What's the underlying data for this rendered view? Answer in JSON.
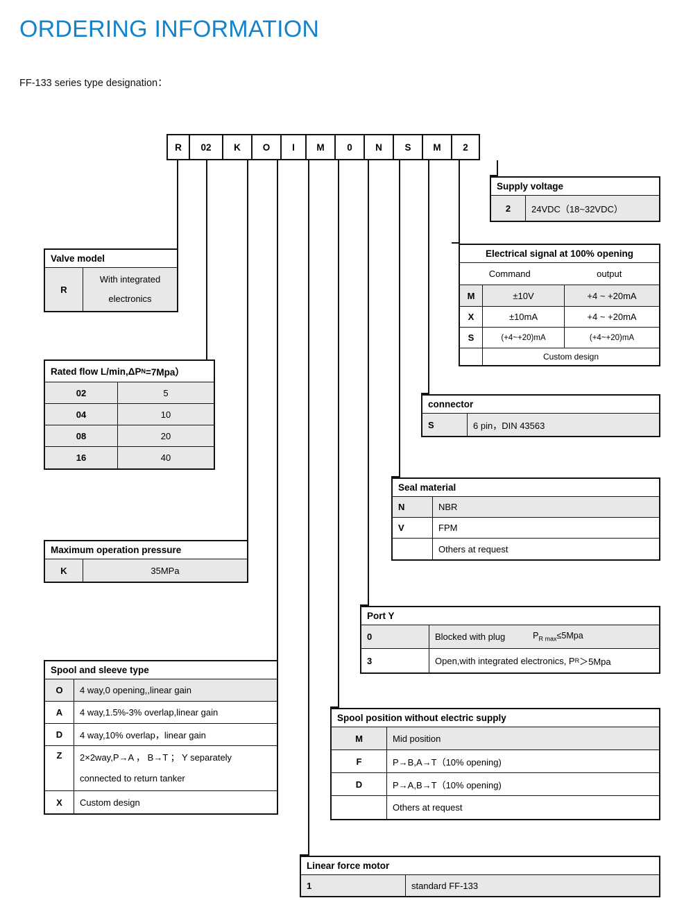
{
  "header": {
    "title": "ORDERING INFORMATION",
    "subtitle": "FF-133 series type designation："
  },
  "code_strip": {
    "cells": [
      "R",
      "02",
      "K",
      "O",
      "I",
      "M",
      "0",
      "N",
      "S",
      "M",
      "2"
    ]
  },
  "tables": {
    "supply_voltage": {
      "header": "Supply voltage",
      "rows": [
        {
          "key": "2",
          "value": "24VDC（18~32VDC）",
          "shaded": true
        }
      ]
    },
    "electrical_signal": {
      "header": "Electrical signal at 100% opening",
      "subheader": {
        "command": "Command",
        "output": "output"
      },
      "rows": [
        {
          "key": "M",
          "command": "±10V",
          "output": "+4 ~ +20mA",
          "shaded": true
        },
        {
          "key": "X",
          "command": "±10mA",
          "output": "+4 ~ +20mA",
          "shaded": false
        },
        {
          "key": "S",
          "command": "(+4~+20)mA",
          "output": "(+4~+20)mA",
          "shaded": false
        }
      ],
      "footer": "Custom design"
    },
    "connector": {
      "header": "connector",
      "rows": [
        {
          "key": "S",
          "value": "6 pin，DIN 43563",
          "shaded": true
        }
      ]
    },
    "seal_material": {
      "header": "Seal material",
      "rows": [
        {
          "key": "N",
          "value": "NBR",
          "shaded": true
        },
        {
          "key": "V",
          "value": "FPM",
          "shaded": false
        },
        {
          "key": "",
          "value": "Others at request",
          "shaded": false
        }
      ]
    },
    "port_y": {
      "header": "Port Y",
      "rows": [
        {
          "key": "0",
          "value": "Blocked with plug",
          "value2": "P",
          "value2sub": "R max",
          "value2tail": "≤5Mpa",
          "shaded": true
        },
        {
          "key": "3",
          "value": "Open,with integrated electronics, P",
          "value_sub": "R",
          "value_tail": "＞5Mpa",
          "shaded": false
        }
      ]
    },
    "spool_position": {
      "header": "Spool position without electric supply",
      "rows": [
        {
          "key": "M",
          "value": "Mid position",
          "shaded": true
        },
        {
          "key": "F",
          "value": "P→B,A→T（10% opening)",
          "shaded": false
        },
        {
          "key": "D",
          "value": "P→A,B→T（10% opening)",
          "shaded": false
        },
        {
          "key": "",
          "value": "Others at request",
          "shaded": false
        }
      ]
    },
    "linear_force_motor": {
      "header": "Linear force motor",
      "rows": [
        {
          "key": "1",
          "value": "standard FF-133",
          "shaded": true
        }
      ]
    },
    "valve_model": {
      "header": "Valve model",
      "rows": [
        {
          "key": "R",
          "value_line1": "With integrated",
          "value_line2": "electronics",
          "shaded": true
        }
      ]
    },
    "rated_flow": {
      "header_pre": "Rated flow L/min,ΔP",
      "header_sub": "N",
      "header_post": "=7Mpa）",
      "rows": [
        {
          "key": "02",
          "value": "5",
          "shaded": true
        },
        {
          "key": "04",
          "value": "10",
          "shaded": true
        },
        {
          "key": "08",
          "value": "20",
          "shaded": true
        },
        {
          "key": "16",
          "value": "40",
          "shaded": true
        }
      ]
    },
    "max_pressure": {
      "header": "Maximum operation pressure",
      "rows": [
        {
          "key": "K",
          "value": "35MPa",
          "shaded": true
        }
      ]
    },
    "spool_sleeve": {
      "header": "Spool and sleeve type",
      "rows": [
        {
          "key": "O",
          "value": "4 way,0 opening,,linear gain",
          "shaded": true
        },
        {
          "key": "A",
          "value": "4 way,1.5%-3% overlap,linear gain",
          "shaded": false
        },
        {
          "key": "D",
          "value": "4 way,10% overlap，linear gain",
          "shaded": false
        },
        {
          "key": "Z",
          "value_line1": "2×2way,P→A ，  B→T ；  Y  separately",
          "value_line2": "connected to return tanker",
          "shaded": false
        },
        {
          "key": "X",
          "value": "Custom design",
          "shaded": false
        }
      ]
    }
  },
  "colors": {
    "title_blue": "#1583C9",
    "shade_gray": "#E8E8E8",
    "rule_black": "#111111"
  }
}
